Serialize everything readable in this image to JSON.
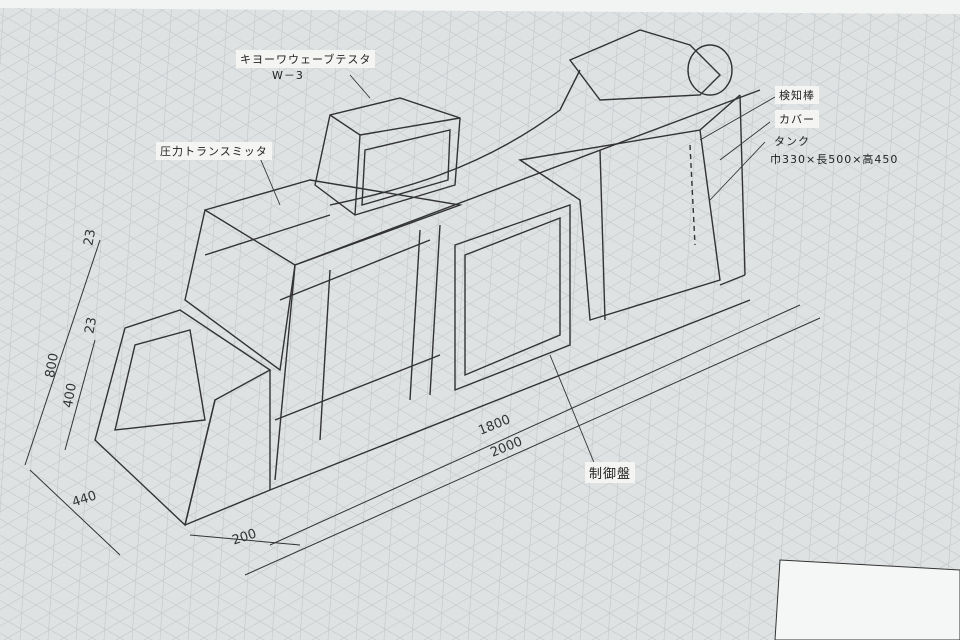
{
  "labels": {
    "wave_tester": "キヨーワウェーブテスタ",
    "wave_tester_model": "W－3",
    "pressure_transmitter": "圧力トランスミッタ",
    "detection_rod": "検知棒",
    "cover": "カバー",
    "tank": "タンク",
    "tank_size": "巾330×長500×高450",
    "control_panel": "制御盤"
  },
  "dimensions": {
    "top_gap": "23",
    "height_total": "800",
    "mid_gap": "23",
    "height_lower": "400",
    "width": "440",
    "offset": "200",
    "length_inner": "1800",
    "length_total": "2000"
  }
}
